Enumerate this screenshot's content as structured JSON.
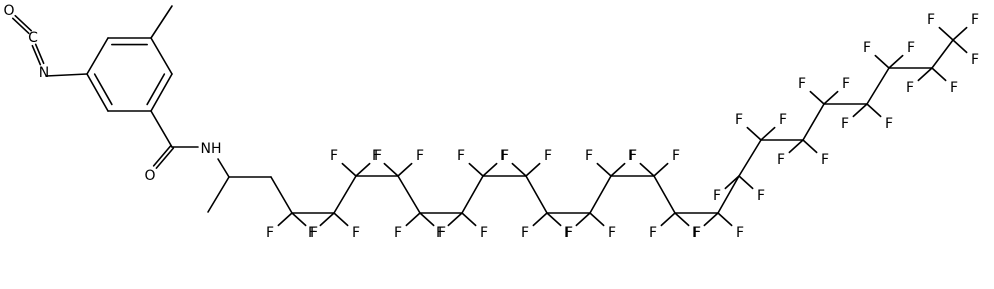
{
  "diagram": {
    "type": "skeletal-structure",
    "atom_labels": {
      "oxygen_isocyanate": "O",
      "carbon_isocyanate": "C",
      "nitrogen_isocyanate": "N",
      "oxygen_carbonyl": "O",
      "amide": "NH",
      "fluorine": "F"
    }
  }
}
